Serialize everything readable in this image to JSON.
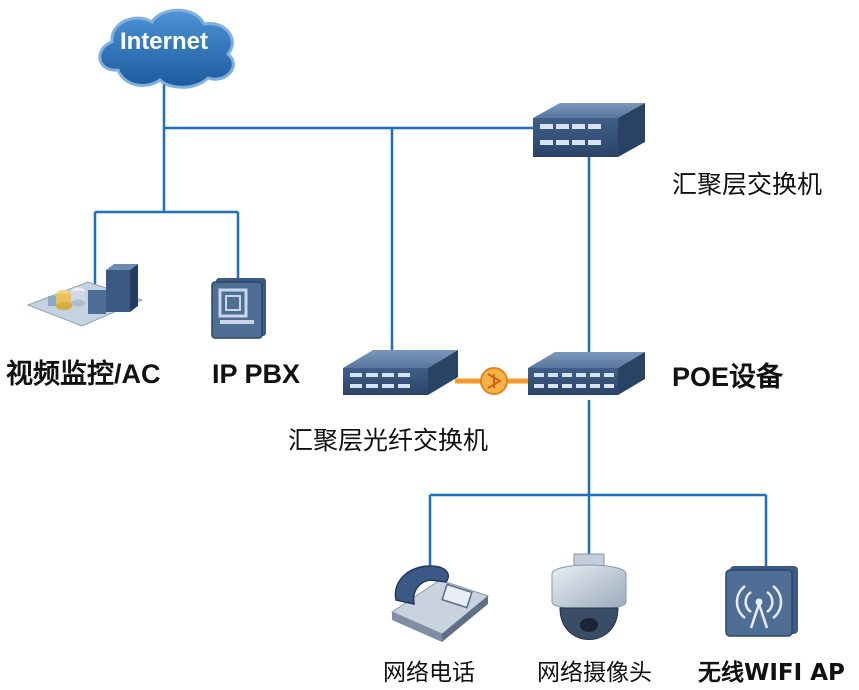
{
  "cloud": {
    "label": "Internet"
  },
  "nodes": {
    "aggregation_switch": {
      "label": "汇聚层交换机"
    },
    "video_surveillance": {
      "label": "视频监控/AC"
    },
    "ip_pbx": {
      "label": "IP PBX"
    },
    "fiber_switch": {
      "label": "汇聚层光纤交换机"
    },
    "poe_device": {
      "label": "POE设备"
    },
    "ip_phone": {
      "label": "网络电话"
    },
    "ip_camera": {
      "label": "网络摄像头"
    },
    "wifi_ap": {
      "label": "无线WIFI AP"
    }
  },
  "colors": {
    "link": "#1f6fbf",
    "fiber_link": "#f39a2b",
    "device_body": "#4f6e96",
    "device_dark": "#2c4466",
    "cloud": "#2d73b8"
  }
}
